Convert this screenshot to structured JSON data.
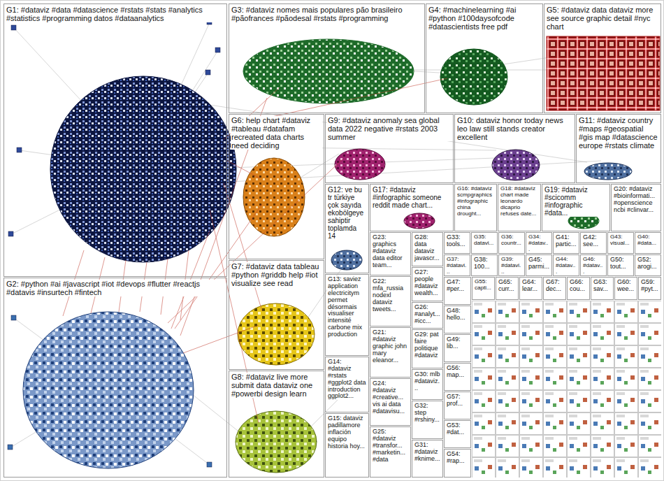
{
  "diagram": {
    "nodes": [
      {
        "text": [
          "G1: #dataviz #data #datascience #rstats #stats #analytics #statistics #programming datos #dataanalytics"
        ]
      },
      {
        "text": [
          "G2: #python #ai #javascript #iot #devops #flutter #reactjs #datavis #insurtech #fintech"
        ]
      },
      {
        "text": [
          "G3: #dataviz nomes mais populares pão brasileiro #pãofrances #pãodesal #rstats #programming"
        ]
      },
      {
        "text": [
          "G4: #machinelearning #ai #python #100daysofcode #datascientists free pdf"
        ]
      },
      {
        "text": [
          "G5: #dataviz data dataviz more see source graphic detail #nyc chart"
        ]
      },
      {
        "text": [
          "G6: help chart #dataviz #tableau #datafam recreated data charts need deciding"
        ]
      },
      {
        "text": [
          "G9: #dataviz anomaly sea global data 2022 negative #rstats 2003 summer"
        ]
      },
      {
        "text": [
          "G10: dataviz honor today news leo law still stands creator excellent"
        ]
      },
      {
        "text": [
          "G11: #dataviz country #maps #geospatial #gis map #datascience europe #rstats climate"
        ]
      },
      {
        "text": [
          "G12: ve bu tr türkiye çok sayıda ekobölgeye sahiptir toplamda 14"
        ]
      },
      {
        "text": [
          "G17: #dataviz #infographic someone reddit made chart..."
        ]
      },
      {
        "text": [
          "G16: #dataviz scmpgraphics #infographic china drought..."
        ]
      },
      {
        "text": [
          "G18: #dataviz chart made leonardo dicaprio refuses date..."
        ]
      },
      {
        "text": [
          "G19: #dataviz #scicomm #infographic #data..."
        ]
      },
      {
        "text": [
          "G20: #dataviz #bioinformati... #openscience ncbi #clinvar..."
        ]
      },
      {
        "text": [
          "G7: #dataviz data tableau #python #griddb help #iot visualize see read"
        ]
      },
      {
        "text": [
          "G8: #dataviz live more submit data dataviz one #powerbi design learn"
        ]
      },
      {
        "text": [
          "G13: saviez application electricitym permet désormais visualiser intensité carbone mix production"
        ]
      },
      {
        "text": [
          "G14: #dataviz #rstats #ggplot2 data introduction ggplot2..."
        ]
      },
      {
        "text": [
          "G15: dataviz padillamore inflación equipo historia hoy..."
        ]
      },
      {
        "text": [
          "G23: graphics #dataviz data editor team..."
        ]
      },
      {
        "text": [
          "G22: mfa_russia nodexl dataviz tweets..."
        ]
      },
      {
        "text": [
          "G21: #dataviz graphic john mary eleanor..."
        ]
      },
      {
        "text": [
          "G24: #dataviz #creative... vis ai data #datavisu..."
        ]
      },
      {
        "text": [
          "G25: #dataviz #transfor... #marketin... #data"
        ]
      },
      {
        "text": [
          "G28: data dataviz javascr..."
        ]
      },
      {
        "text": [
          "G27: people #dataviz wealth..."
        ]
      },
      {
        "text": [
          "G26: #analyt... #icc..."
        ]
      },
      {
        "text": [
          "G29: pat faire politique #dataviz"
        ]
      },
      {
        "text": [
          "G30: mlb #dataviz..."
        ]
      },
      {
        "text": [
          "G32: step #rshiny..."
        ]
      },
      {
        "text": [
          "G31: #dataviz #knime..."
        ]
      },
      {
        "text": [
          "G33: tools..."
        ]
      },
      {
        "text": [
          "G35: datavi..."
        ]
      },
      {
        "text": [
          "G36: countr..."
        ]
      },
      {
        "text": [
          "G34: #datav..."
        ]
      },
      {
        "text": [
          "G41: partic..."
        ]
      },
      {
        "text": [
          "G42: see..."
        ]
      },
      {
        "text": [
          "G43: visual..."
        ]
      },
      {
        "text": [
          "G40: #data..."
        ]
      },
      {
        "text": [
          "G37: #datavi..."
        ]
      },
      {
        "text": [
          "G38: 100..."
        ]
      },
      {
        "text": [
          "G39: #datavi..."
        ]
      },
      {
        "text": [
          "G45: parmi..."
        ]
      },
      {
        "text": [
          "G44: #datav..."
        ]
      },
      {
        "text": [
          "G46: #datav..."
        ]
      },
      {
        "text": [
          "G50: tout..."
        ]
      },
      {
        "text": [
          "G52: arogi..."
        ]
      },
      {
        "text": [
          "G47: #per..."
        ]
      },
      {
        "text": [
          "G55: capti..."
        ]
      },
      {
        "text": [
          "G65: curr..."
        ]
      },
      {
        "text": [
          "G64: lear..."
        ]
      },
      {
        "text": [
          "G67: dec..."
        ]
      },
      {
        "text": [
          "G66: cou..."
        ]
      },
      {
        "text": [
          "G63: sav..."
        ]
      },
      {
        "text": [
          "G60: wee..."
        ]
      },
      {
        "text": [
          "G59: #pyt..."
        ]
      },
      {
        "text": [
          "G48: hello..."
        ]
      },
      {
        "text": [
          "G49: lib..."
        ]
      },
      {
        "text": [
          "G56: map..."
        ]
      },
      {
        "text": [
          "G57: prof..."
        ]
      },
      {
        "text": [
          "G53: #dat..."
        ]
      },
      {
        "text": [
          "G54: #rap..."
        ]
      }
    ]
  }
}
